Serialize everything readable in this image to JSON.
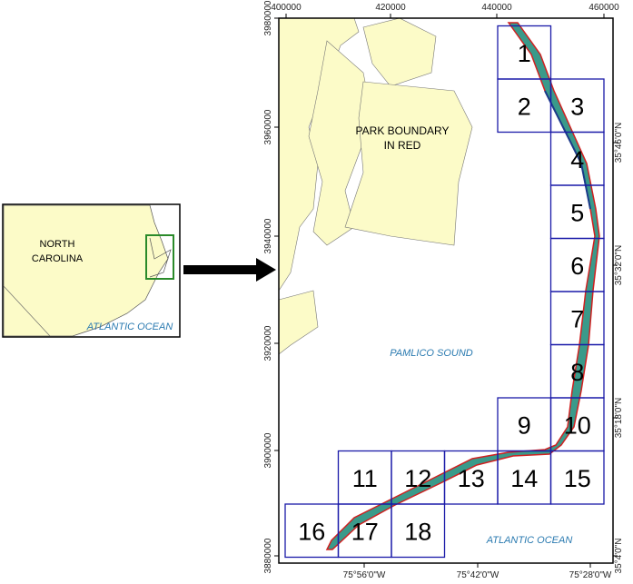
{
  "inset": {
    "state_label_1": "NORTH",
    "state_label_2": "CAROLINA",
    "ocean_label": "ATLANTIC OCEAN"
  },
  "map": {
    "park_label_1": "PARK BOUNDARY",
    "park_label_2": "IN RED",
    "sound_label": "PAMLICO SOUND",
    "ocean_label": "ATLANTIC OCEAN",
    "top_ticks": [
      "400000",
      "420000",
      "440000",
      "460000"
    ],
    "left_ticks": [
      "3980000",
      "3960000",
      "3940000",
      "3920000",
      "3900000",
      "3880000"
    ],
    "right_ticks": [
      "35°46'0\"N",
      "35°32'0\"N",
      "35°18'0\"N",
      "35°4'0\"N"
    ],
    "bottom_ticks": [
      "75°56'0\"W",
      "75°42'0\"W",
      "75°28'0\"W"
    ],
    "tiles": [
      "1",
      "2",
      "3",
      "4",
      "5",
      "6",
      "7",
      "8",
      "9",
      "10",
      "11",
      "12",
      "13",
      "14",
      "15",
      "16",
      "17",
      "18"
    ]
  },
  "colors": {
    "land": "#fcfbc8",
    "tile": "#1a1aa8",
    "park": "#d02020",
    "ocean_text": "#2a7ab0",
    "inset_box": "#2a8a2a"
  }
}
